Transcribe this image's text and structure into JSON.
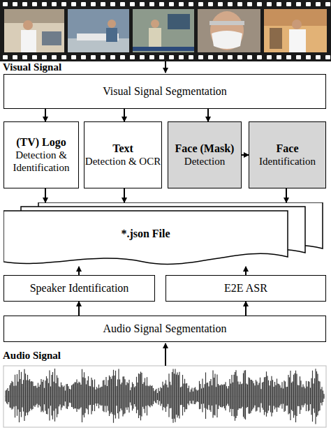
{
  "diagram": {
    "nodes": [
      {
        "text": [
          "Visual Signal Segmentation"
        ]
      },
      {
        "text": [
          "(TV) Logo",
          "Detection & Identification"
        ]
      },
      {
        "text": [
          "Text",
          "Detection & OCR"
        ]
      },
      {
        "text": [
          "Face (Mask)",
          "Detection"
        ]
      },
      {
        "text": [
          "Face",
          "Identification"
        ]
      },
      {
        "text": [
          "*.json File"
        ]
      },
      {
        "text": [
          "Speaker Identification"
        ]
      },
      {
        "text": [
          "E2E ASR"
        ]
      },
      {
        "text": [
          "Audio Signal Segmentation"
        ]
      }
    ],
    "edges": [
      {
        "from": 0,
        "to": 1,
        "arrow": "to"
      },
      {
        "from": 0,
        "to": 2,
        "arrow": "to"
      },
      {
        "from": 0,
        "to": 3,
        "arrow": "to"
      },
      {
        "from": 3,
        "to": 4,
        "arrow": "to"
      },
      {
        "from": 1,
        "to": 5,
        "arrow": "to"
      },
      {
        "from": 2,
        "to": 5,
        "arrow": "to"
      },
      {
        "from": 4,
        "to": 5,
        "arrow": "to"
      },
      {
        "from": 6,
        "to": 5,
        "arrow": "to"
      },
      {
        "from": 7,
        "to": 5,
        "arrow": "to"
      },
      {
        "from": 8,
        "to": 6,
        "arrow": "to"
      },
      {
        "from": 8,
        "to": 7,
        "arrow": "to"
      }
    ],
    "labels": [
      "Visual Signal",
      "Audio Signal"
    ]
  }
}
